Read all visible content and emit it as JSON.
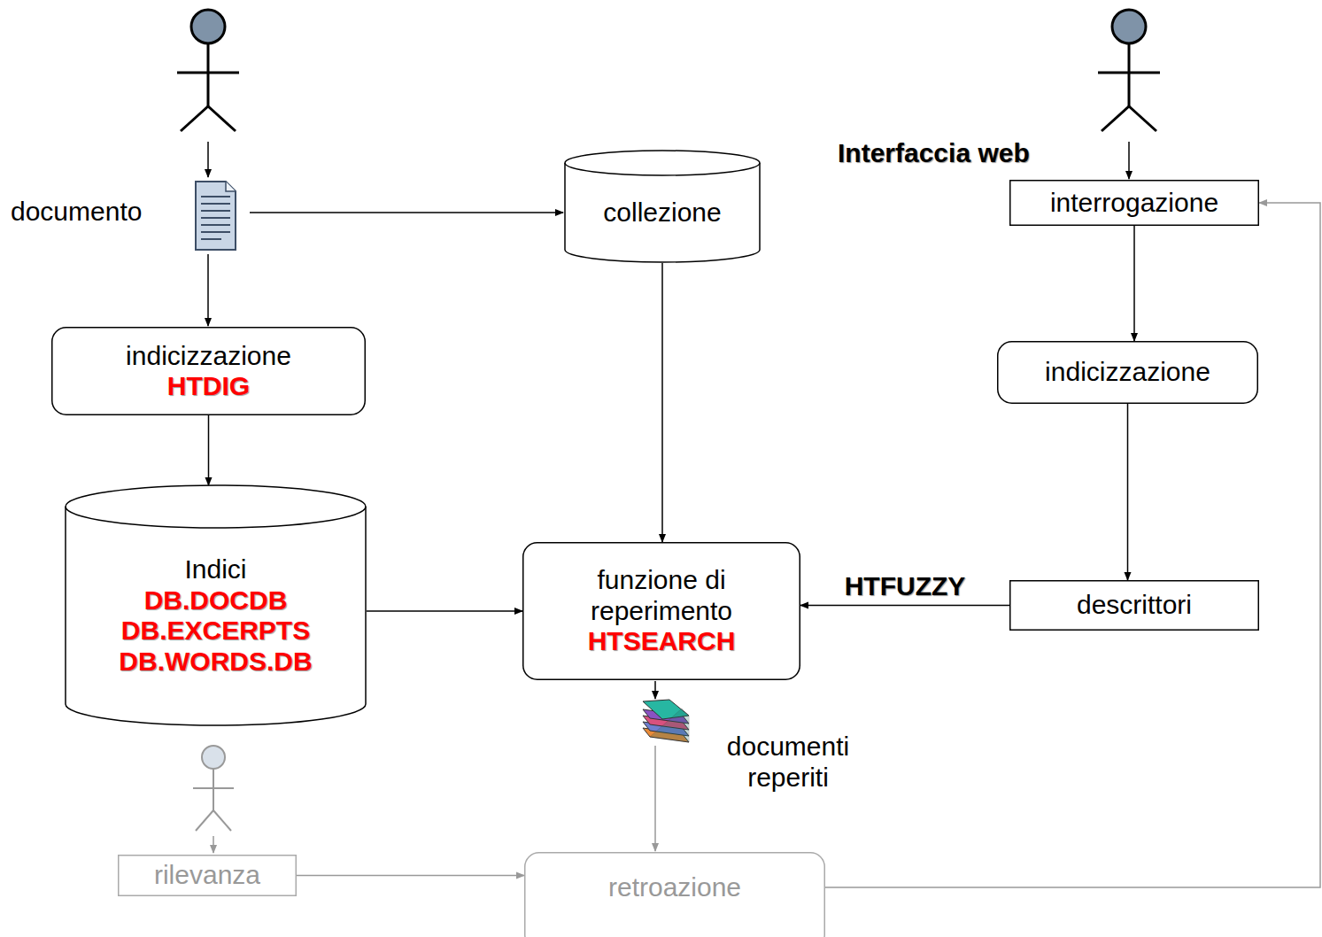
{
  "diagram": {
    "nodes": [
      {
        "text": [
          "collezione"
        ]
      },
      {
        "text": [
          "indicizzazione",
          "HTDIG"
        ]
      },
      {
        "text": [
          "Indici",
          "DB.DOCDB",
          "DB.EXCERPTS",
          "DB.WORDS.DB"
        ]
      },
      {
        "text": [
          "funzione di reperimento",
          "HTSEARCH"
        ]
      },
      {
        "text": [
          "interrogazione"
        ]
      },
      {
        "text": [
          "indicizzazione"
        ]
      },
      {
        "text": [
          "descrittori"
        ]
      },
      {
        "text": [
          "rilevanza"
        ]
      },
      {
        "text": [
          "retroazione"
        ]
      }
    ],
    "edges": [
      {
        "from": 1,
        "to": 2,
        "arrow": "to"
      },
      {
        "from": 0,
        "to": 3,
        "arrow": "to"
      },
      {
        "from": 2,
        "to": 3,
        "arrow": "to"
      },
      {
        "from": 6,
        "to": 3,
        "label": "HTFUZZY",
        "arrow": "to"
      },
      {
        "from": 4,
        "to": 5,
        "arrow": "to"
      },
      {
        "from": 5,
        "to": 6,
        "arrow": "to"
      },
      {
        "from": 7,
        "to": 8,
        "arrow": "to"
      },
      {
        "from": 8,
        "to": 4,
        "arrow": "to"
      }
    ],
    "labels": [
      "documento",
      "Interfaccia web",
      "documenti reperiti"
    ]
  }
}
